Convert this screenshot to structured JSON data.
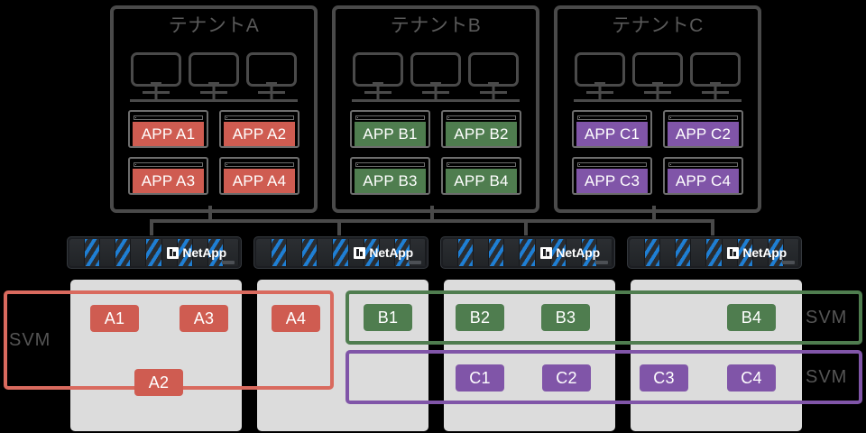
{
  "colors": {
    "tenant_a": "#cf5c51",
    "tenant_b": "#4f7d4f",
    "tenant_c": "#8055a8",
    "outline": "#4a4a4a",
    "aggregate": "#dcdcdc",
    "svm_a_border": "#d96a5e",
    "svm_b_border": "#4f7d4f",
    "svm_c_border": "#8055a8",
    "background": "#000000",
    "netapp_bay": "#1f7fd4"
  },
  "tenants": [
    {
      "title": "テナントA",
      "monitor_count": 3,
      "apps": [
        "APP A1",
        "APP A2",
        "APP A3",
        "APP A4"
      ],
      "color_key": "tenant_a"
    },
    {
      "title": "テナントB",
      "monitor_count": 3,
      "apps": [
        "APP B1",
        "APP B2",
        "APP B3",
        "APP B4"
      ],
      "color_key": "tenant_b"
    },
    {
      "title": "テナントC",
      "monitor_count": 3,
      "apps": [
        "APP C1",
        "APP C2",
        "APP C3",
        "APP C4"
      ],
      "color_key": "tenant_c"
    }
  ],
  "controllers": [
    {
      "brand": "NetApp",
      "logo": "netapp-logo-icon"
    },
    {
      "brand": "NetApp",
      "logo": "netapp-logo-icon"
    },
    {
      "brand": "NetApp",
      "logo": "netapp-logo-icon"
    },
    {
      "brand": "NetApp",
      "logo": "netapp-logo-icon"
    }
  ],
  "aggregates": [
    {
      "index": 1
    },
    {
      "index": 2
    },
    {
      "index": 3
    },
    {
      "index": 4
    }
  ],
  "volumes": [
    {
      "label": "A1",
      "color_key": "tenant_a",
      "aggregate": 1,
      "row": "top"
    },
    {
      "label": "A3",
      "color_key": "tenant_a",
      "aggregate": 1,
      "row": "top"
    },
    {
      "label": "A2",
      "color_key": "tenant_a",
      "aggregate": 1,
      "row": "bottom"
    },
    {
      "label": "A4",
      "color_key": "tenant_a",
      "aggregate": 2,
      "row": "top"
    },
    {
      "label": "B1",
      "color_key": "tenant_b",
      "aggregate": 2,
      "row": "top"
    },
    {
      "label": "B2",
      "color_key": "tenant_b",
      "aggregate": 3,
      "row": "top"
    },
    {
      "label": "B3",
      "color_key": "tenant_b",
      "aggregate": 3,
      "row": "top"
    },
    {
      "label": "B4",
      "color_key": "tenant_b",
      "aggregate": 4,
      "row": "top"
    },
    {
      "label": "C1",
      "color_key": "tenant_c",
      "aggregate": 3,
      "row": "bottom"
    },
    {
      "label": "C2",
      "color_key": "tenant_c",
      "aggregate": 3,
      "row": "bottom"
    },
    {
      "label": "C3",
      "color_key": "tenant_c",
      "aggregate": 4,
      "row": "bottom"
    },
    {
      "label": "C4",
      "color_key": "tenant_c",
      "aggregate": 4,
      "row": "bottom"
    }
  ],
  "svms": [
    {
      "label": "SVM",
      "tenant": "A",
      "color_key": "svm_a_border",
      "label_side": "left"
    },
    {
      "label": "SVM",
      "tenant": "B",
      "color_key": "svm_b_border",
      "label_side": "right"
    },
    {
      "label": "SVM",
      "tenant": "C",
      "color_key": "svm_c_border",
      "label_side": "right"
    }
  ]
}
